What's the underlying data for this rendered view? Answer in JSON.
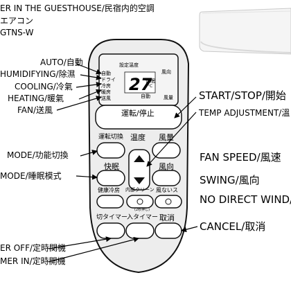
{
  "header": {
    "line1": "ER IN THE GUESTHOUSE/民宿内的空調",
    "line2": "エアコン",
    "line3": "GTNS-W"
  },
  "left_labels": {
    "auto": "AUTO/自動",
    "dehumidifying": "HUMIDIFYING/除濕",
    "cooling": "COOLING/冷氣",
    "heating": "HEATING/暖氣",
    "fan": "FAN/送風",
    "mode": "MODE/功能切換",
    "sleep_mode": "MODE/睡眠模式",
    "timer_off": "ER OFF/定時関機",
    "timer_on": "MER IN/定時開機"
  },
  "right_labels": {
    "start_stop": "START/STOP/開始",
    "temp_adjust": "TEMP ADJUSTMENT/溫",
    "fan_speed": "FAN SPEED/風速",
    "swing": "SWING/風向",
    "no_direct_wind": "NO DIRECT WIND/",
    "cancel": "CANCEL/取消"
  },
  "remote": {
    "display": {
      "set_temp_label": "設定溫度",
      "mode_auto": "自動",
      "mode_dry": "ドライ",
      "mode_cool": "冷房",
      "mode_heat": "暖房",
      "mode_fan": "送風",
      "temperature": "27",
      "unit": "°C",
      "wind_dir": "風向",
      "quiet": "快眠",
      "auto_right": "自動",
      "fan_right": "風量"
    },
    "buttons": {
      "start_stop": "運転/停止",
      "mode": "運転切換",
      "temp": "温度",
      "fan_speed": "風量",
      "sleep": "快眠",
      "swing": "風向",
      "health_cool": "健康冷房",
      "inner_clean": "内部クリーン",
      "inner_clean_sub": "(2秒押し)",
      "no_wind": "風ないス",
      "off_timer": "切タイマー",
      "on_timer": "入タイマー",
      "cancel": "取消"
    }
  },
  "colors": {
    "remote_body": "#eeeeee",
    "display_bg": "#f2f2f2",
    "outline": "#111111",
    "ac_unit": "#f4f4f4"
  }
}
